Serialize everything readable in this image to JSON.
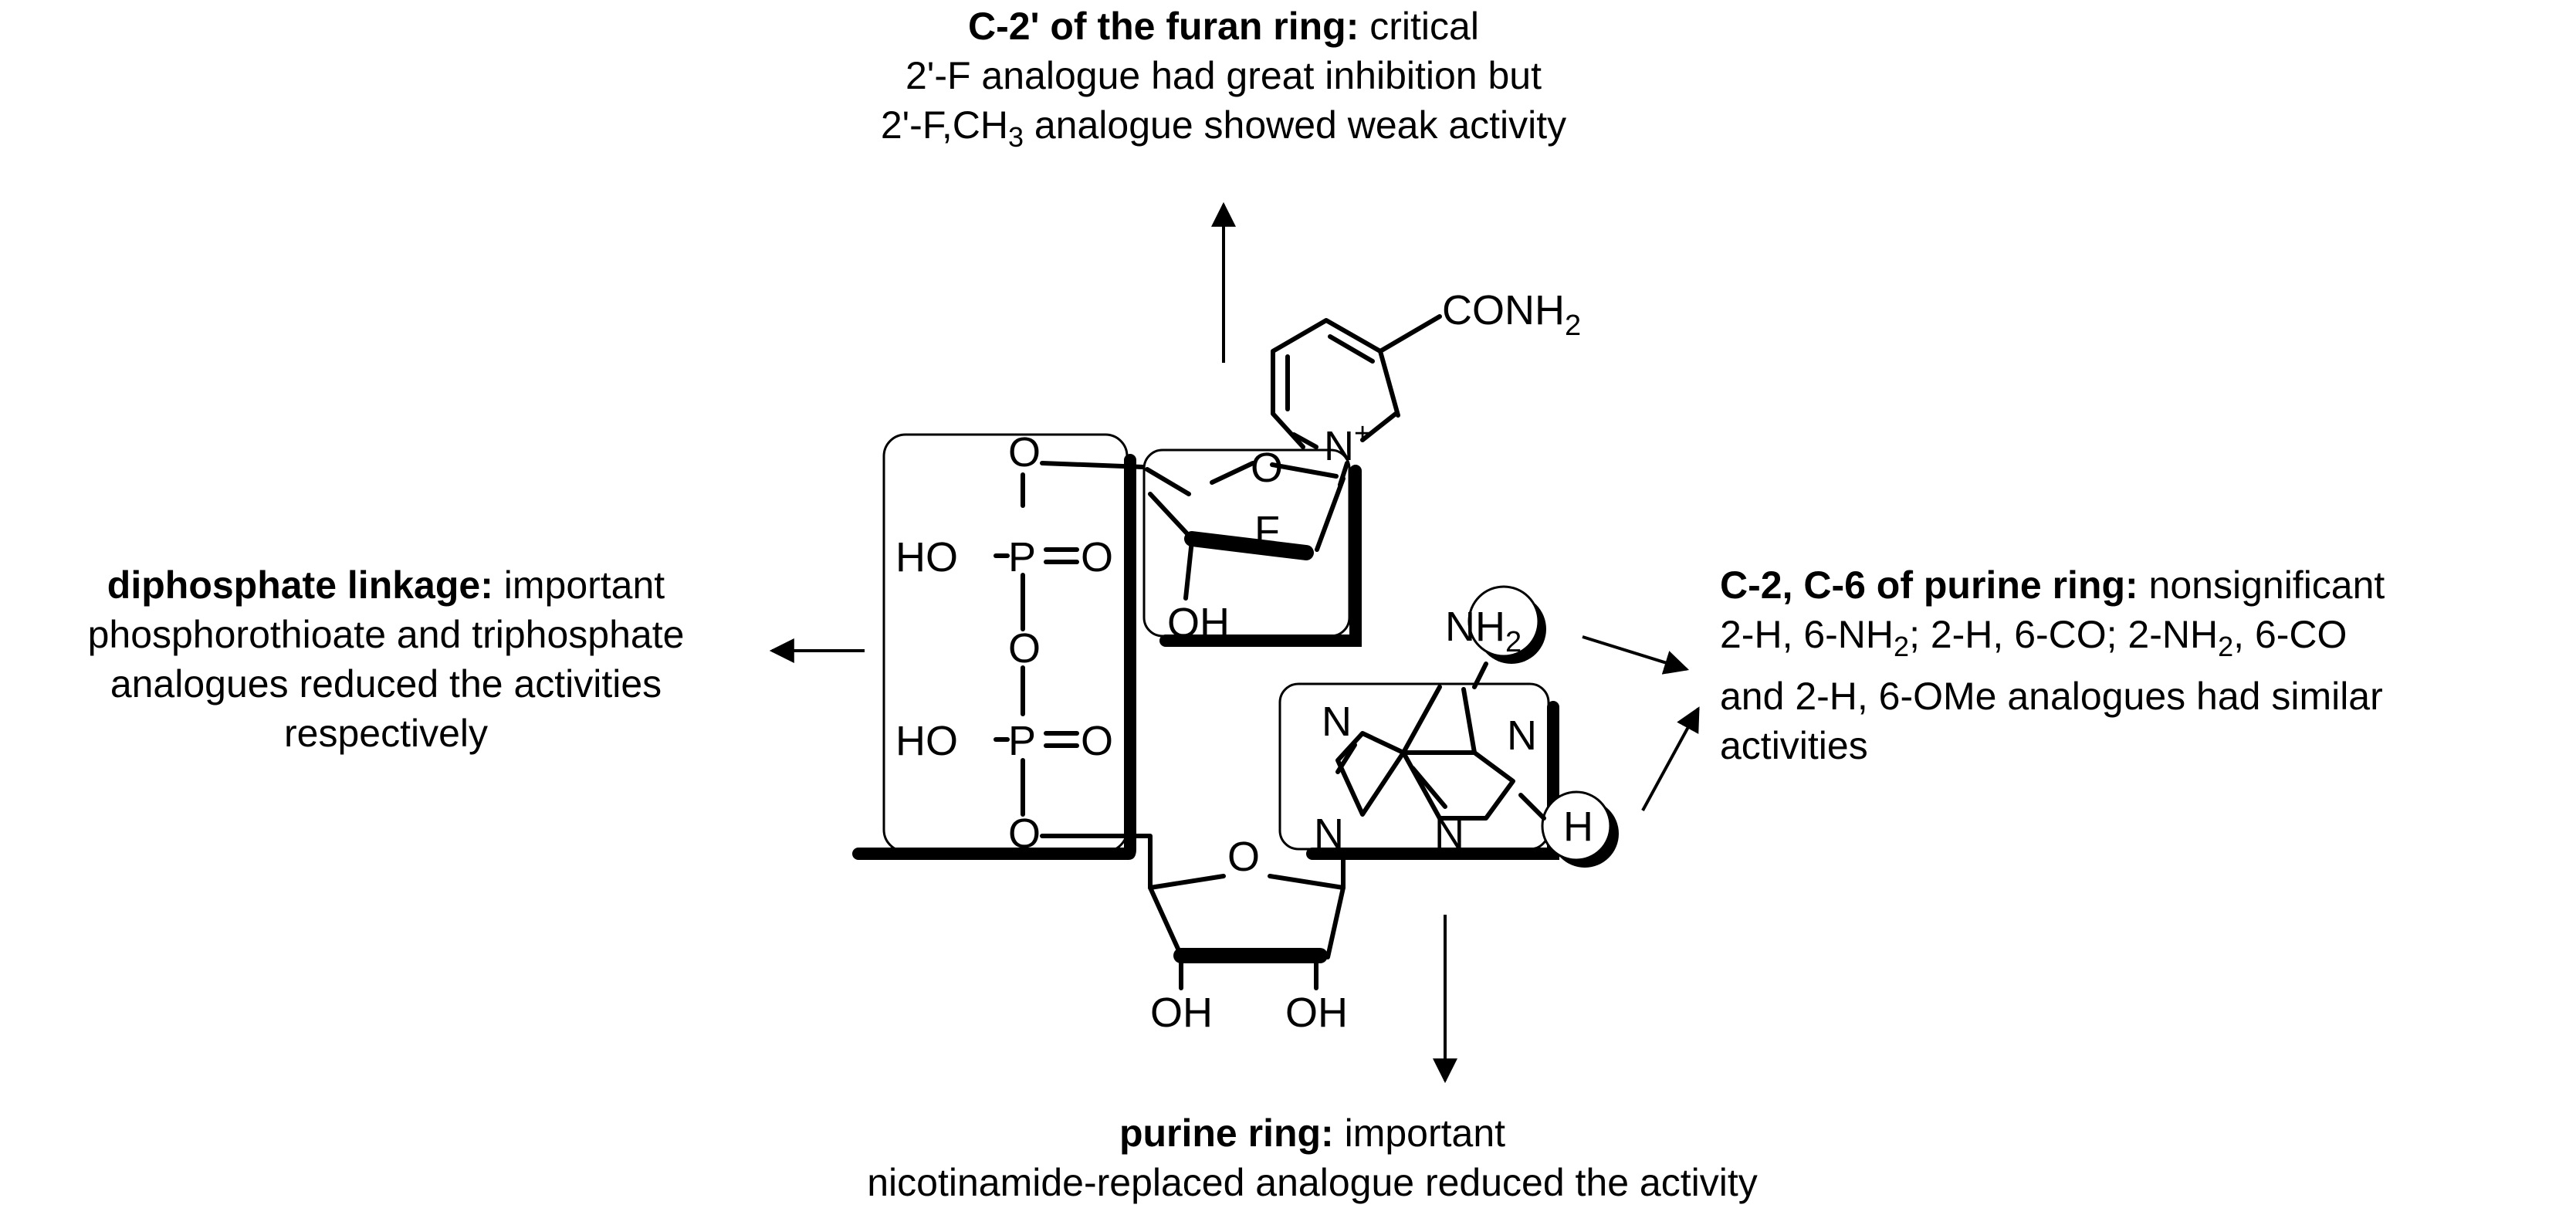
{
  "annotations": {
    "top": {
      "heading": "C-2' of the furan ring:",
      "rest": " critical",
      "line2": "2'-F analogue had great inhibition but",
      "line3_pre": "2'-F,CH",
      "line3_sub": "3",
      "line3_post": " analogue showed weak activity"
    },
    "left": {
      "heading": "diphosphate linkage:",
      "rest": " important",
      "line2": "phosphorothioate and triphosphate",
      "line3": "analogues reduced the activities",
      "line4": "respectively"
    },
    "right": {
      "heading": "C-2, C-6 of purine ring:",
      "rest": " nonsignificant",
      "line2_a": "2-H, 6-NH",
      "line2_sub1": "2",
      "line2_b": "; 2-H, 6-CO; 2-NH",
      "line2_sub2": "2",
      "line2_c": ", 6-CO",
      "line3": "and 2-H, 6-OMe analogues had similar",
      "line4": "activities"
    },
    "bottom": {
      "heading": "purine ring:",
      "rest": " important",
      "line2": "nicotinamide-replaced analogue reduced the activity"
    }
  },
  "structure": {
    "conh2_main": "CONH",
    "conh2_sub": "2",
    "n_plus_n": "N",
    "n_plus_sign": "+",
    "ring_o_top": "O",
    "fluoro": "F",
    "oh_top": "OH",
    "phos_o1": "O",
    "phos_ho1": "HO",
    "phos_p1": "P",
    "phos_eq_o1": "O",
    "phos_bridge_o": "O",
    "phos_ho2": "HO",
    "phos_p2": "P",
    "phos_eq_o2": "O",
    "phos_o2": "O",
    "nh2_main": "NH",
    "nh2_sub": "2",
    "purine_n7": "N",
    "purine_n1": "N",
    "purine_n3": "N",
    "purine_n9": "N",
    "purine_h": "H",
    "ring_o_bottom": "O",
    "oh_bottom_left": "OH",
    "oh_bottom_right": "OH"
  }
}
